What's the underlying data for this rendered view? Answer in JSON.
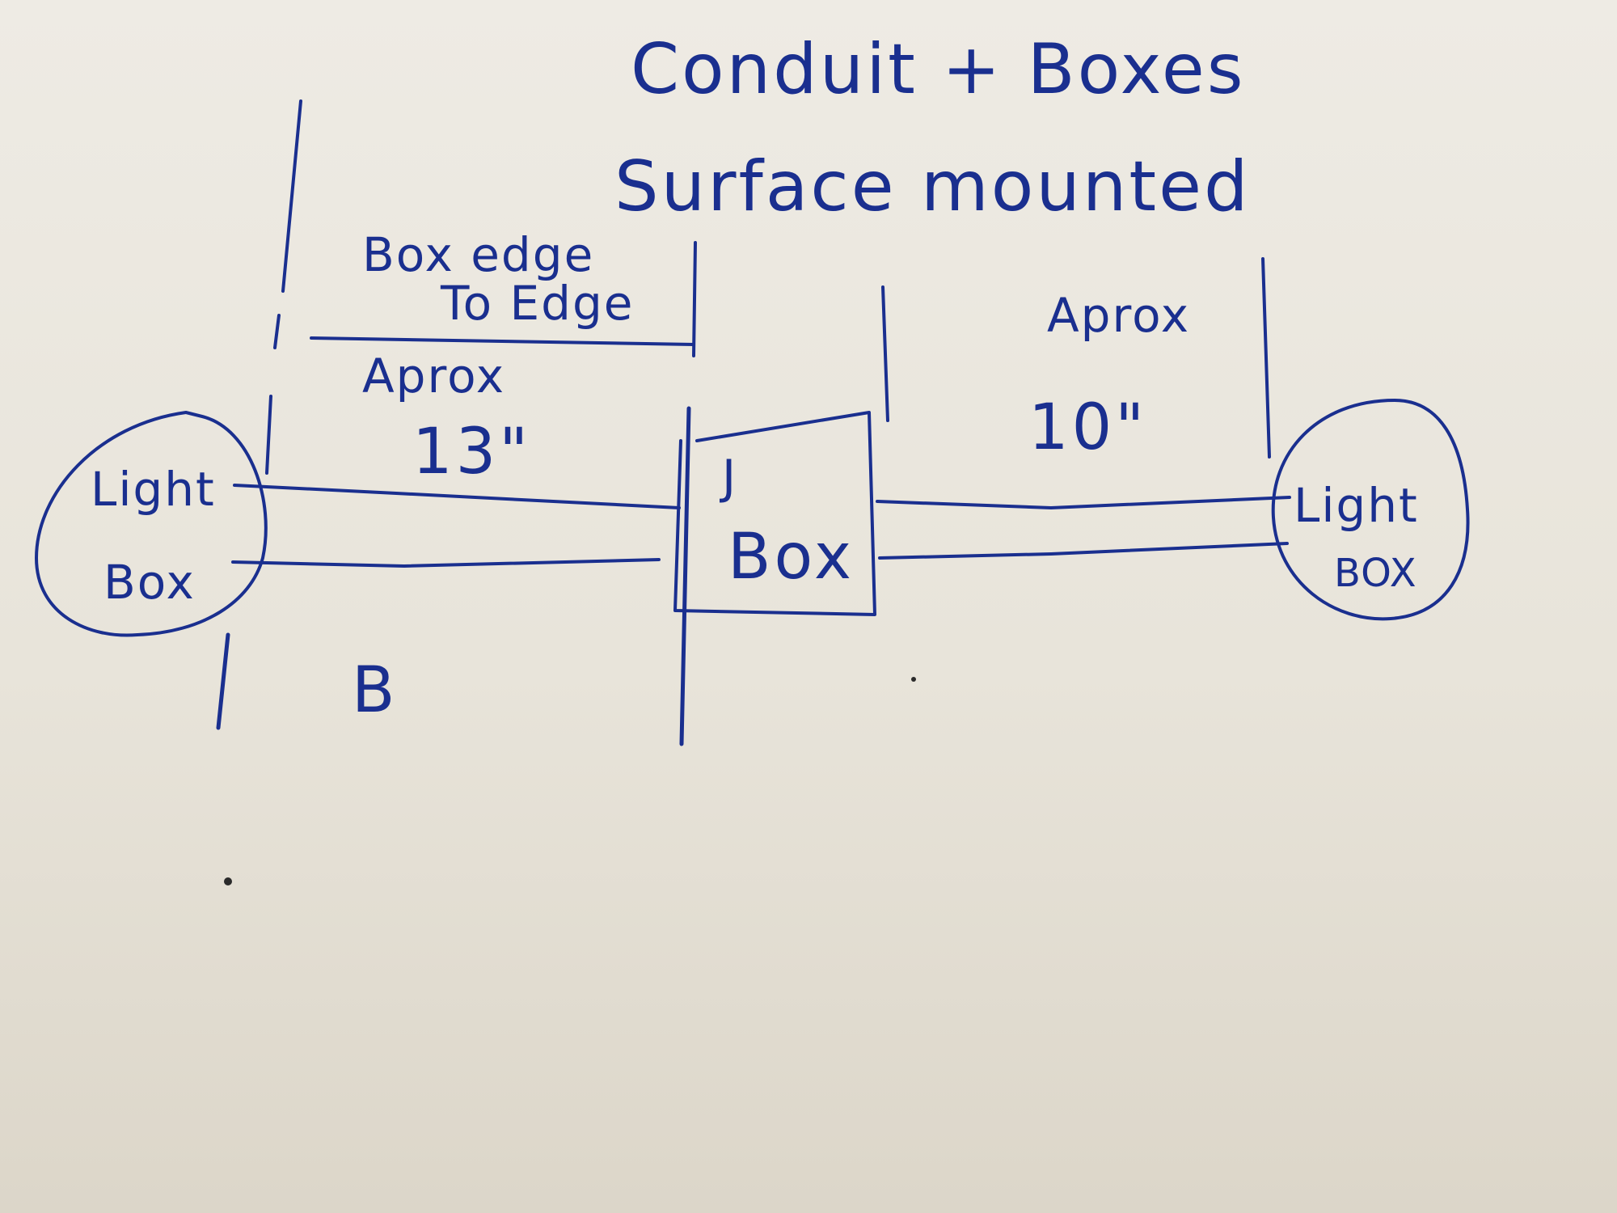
{
  "title": {
    "line1": "Conduit + Boxes",
    "line2": "Surface mounted"
  },
  "left_span": {
    "heading_line1": "Box edge",
    "heading_line2": "To Edge",
    "approx": "Aprox",
    "measure": "13\""
  },
  "right_span": {
    "approx": "Aprox",
    "measure": "10\""
  },
  "left_light_box": {
    "line1": "Light",
    "line2": "Box"
  },
  "junction_box": {
    "line1": "J",
    "line2": "Box"
  },
  "right_light_box": {
    "line1": "Light",
    "line2": "BOX"
  },
  "section_label": "B",
  "colors": {
    "ink": "#1a2f8f",
    "paper": "#eeebe4"
  }
}
